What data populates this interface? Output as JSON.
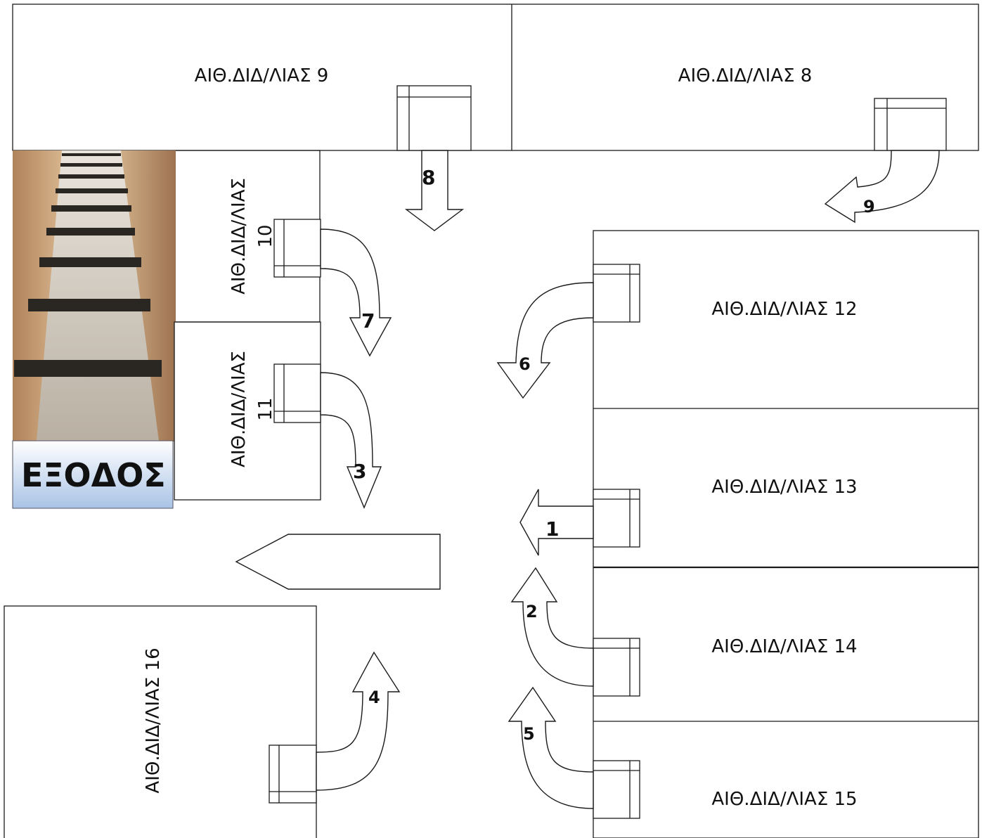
{
  "rooms": {
    "r8": "ΑΙΘ.ΔΙΔ/ΛΙΑΣ 8",
    "r9": "ΑΙΘ.ΔΙΔ/ΛΙΑΣ 9",
    "r10_name": "ΑΙΘ.ΔΙΔ/ΛΙΑΣ",
    "r10_num": "10",
    "r11_name": "ΑΙΘ.ΔΙΔ/ΛΙΑΣ",
    "r11_num": "11",
    "r12": "ΑΙΘ.ΔΙΔ/ΛΙΑΣ 12",
    "r13": "ΑΙΘ.ΔΙΔ/ΛΙΑΣ 13",
    "r14": "ΑΙΘ.ΔΙΔ/ΛΙΑΣ 14",
    "r15": "ΑΙΘ.ΔΙΔ/ΛΙΑΣ 15",
    "r16": "ΑΙΘ.ΔΙΔ/ΛΙΑΣ 16"
  },
  "exit": {
    "label": "ΕΞΟΔΟΣ",
    "image": "staircase-photo"
  },
  "arrows": {
    "a1": "1",
    "a2": "2",
    "a3": "3",
    "a4": "4",
    "a5": "5",
    "a6": "6",
    "a7": "7",
    "a8": "8",
    "a9": "9"
  },
  "colors": {
    "line": "#1a1a1a",
    "exit_gradient_top": "#ffffff",
    "exit_gradient_bottom": "#a9c3e6"
  }
}
